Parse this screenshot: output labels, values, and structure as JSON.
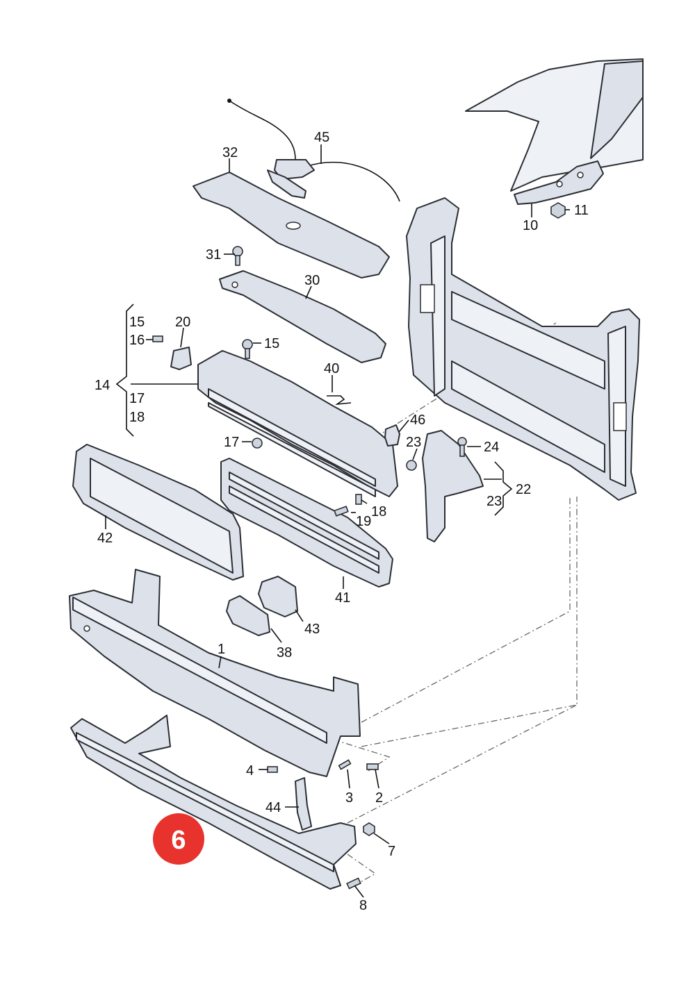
{
  "callouts": {
    "c1": "1",
    "c2": "2",
    "c3": "3",
    "c4": "4",
    "c7": "7",
    "c8": "8",
    "c10": "10",
    "c11": "11",
    "c14": "14",
    "c15a": "15",
    "c15b": "15",
    "c16": "16",
    "c17a": "17",
    "c17b": "17",
    "c18a": "18",
    "c18b": "18",
    "c19": "19",
    "c20": "20",
    "c22": "22",
    "c23a": "23",
    "c23b": "23",
    "c24": "24",
    "c30": "30",
    "c31": "31",
    "c32": "32",
    "c38": "38",
    "c40": "40",
    "c41": "41",
    "c42": "42",
    "c43": "43",
    "c44": "44",
    "c45": "45",
    "c46": "46"
  },
  "badge": {
    "text": "6",
    "color": "#e8322e"
  },
  "colors": {
    "part_fill": "#dde2ea",
    "outline": "#2a2d33"
  }
}
